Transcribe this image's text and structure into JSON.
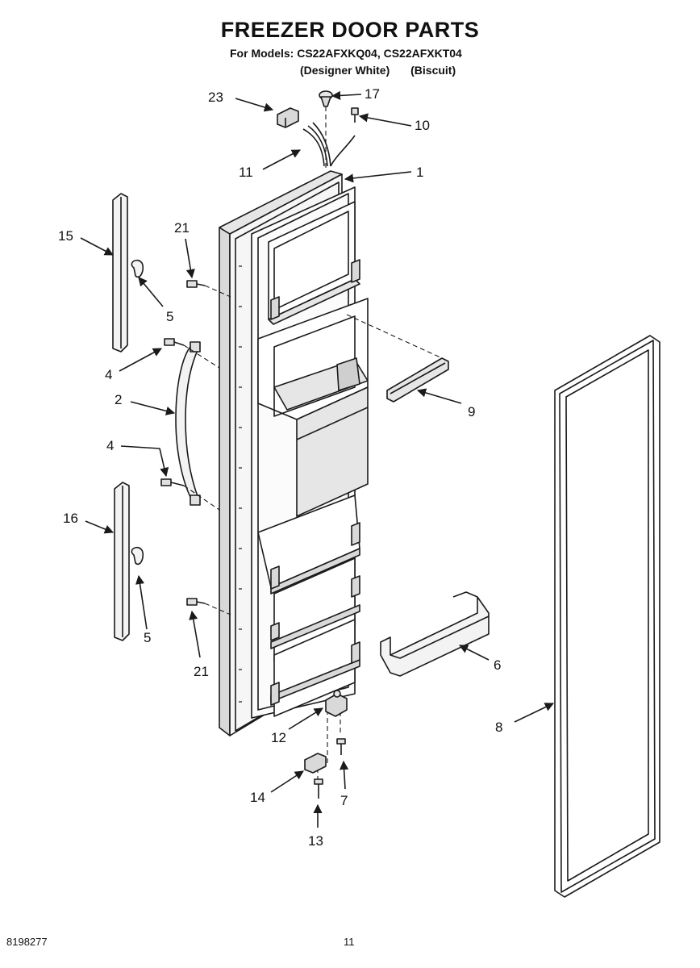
{
  "header": {
    "title": "FREEZER DOOR PARTS",
    "models_line": "For Models: CS22AFXKQ04, CS22AFXKT04",
    "variant_white": "(Designer White)",
    "variant_biscuit": "(Biscuit)"
  },
  "callouts": {
    "c1": "1",
    "c2": "2",
    "c4a": "4",
    "c4b": "4",
    "c5a": "5",
    "c5b": "5",
    "c6": "6",
    "c7": "7",
    "c8": "8",
    "c9": "9",
    "c10": "10",
    "c11": "11",
    "c12": "12",
    "c13": "13",
    "c14": "14",
    "c15": "15",
    "c16": "16",
    "c17": "17",
    "c21a": "21",
    "c21b": "21",
    "c23": "23"
  },
  "footer": {
    "doc_number": "8198277",
    "page_number": "11"
  },
  "colors": {
    "line": "#1a1a1a",
    "background": "#ffffff",
    "part_fill": "#f3f3f3",
    "shade": "#d9d9d9"
  }
}
